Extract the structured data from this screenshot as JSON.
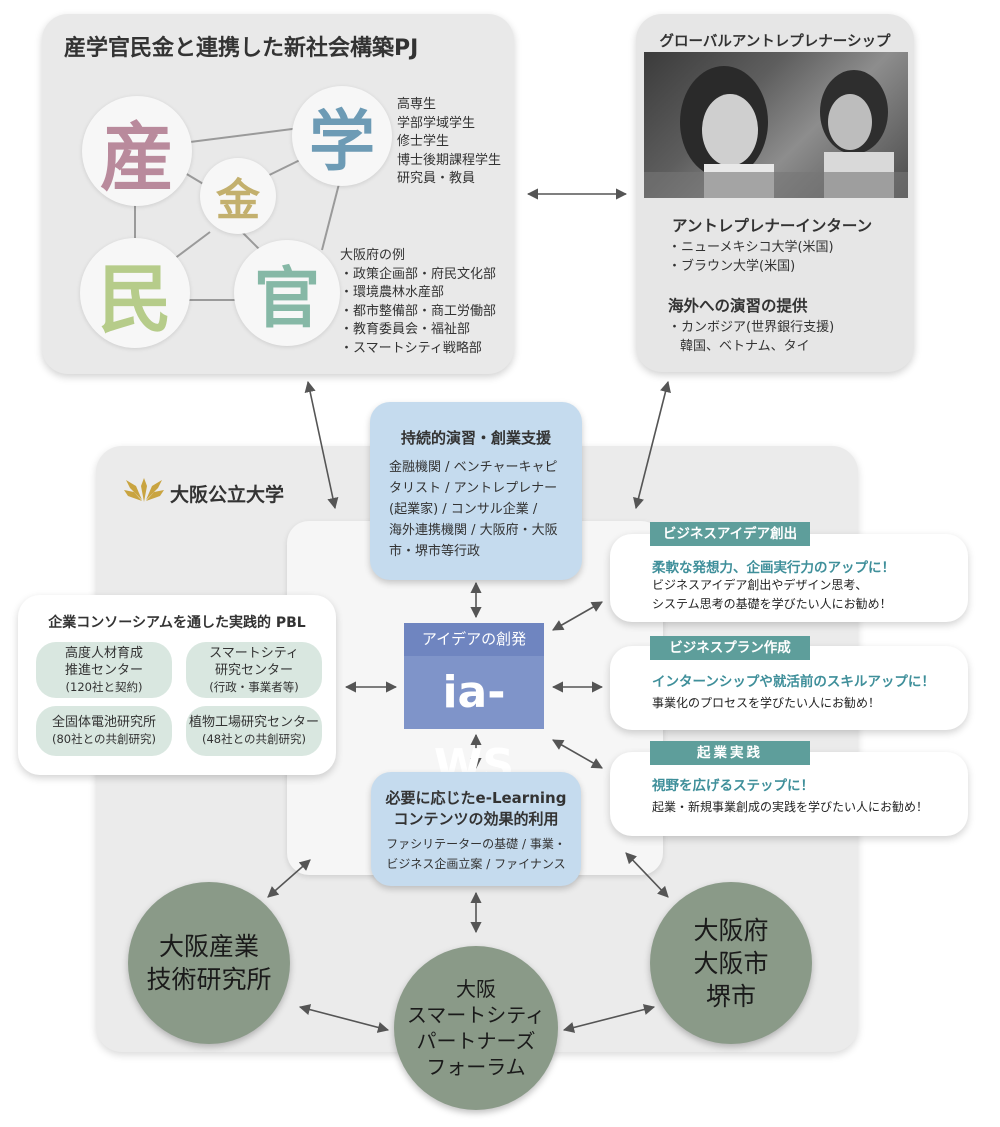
{
  "top_left": {
    "title": "産学官民金と連携した新社会構築PJ",
    "chars": {
      "san": "産",
      "gaku": "学",
      "kin": "金",
      "min": "民",
      "kan": "官"
    },
    "char_colors": {
      "san": "#b98a9c",
      "gaku": "#6d9bb5",
      "kin": "#c3b06e",
      "min": "#b6cc8a",
      "kan": "#86b8a6"
    },
    "gaku_list": [
      "高専生",
      "学部学域学生",
      "修士学生",
      "博士後期課程学生",
      "研究員・教員"
    ],
    "osaka_heading": "大阪府の例",
    "osaka_list": [
      "・政策企画部・府民文化部",
      "・環境農林水産部",
      "・都市整備部・商工労働部",
      "・教育委員会・福祉部",
      "・スマートシティ戦略部"
    ]
  },
  "top_right": {
    "title": "グローバルアントレプレナーシップ",
    "intern_heading": "アントレプレナーインターン",
    "intern_list": [
      "・ニューメキシコ大学(米国)",
      "・ブラウン大学(米国)"
    ],
    "overseas_heading": "海外への演習の提供",
    "overseas_list": [
      "・カンボジア(世界銀行支援)",
      "韓国、ベトナム、タイ"
    ]
  },
  "university": {
    "name": "大阪公立大学",
    "logo_color": "#c9a440"
  },
  "support_box": {
    "title": "持続的演習・創業支援",
    "lines": [
      "金融機関 / ベンチャーキャピ",
      "タリスト / アントレプレナー",
      "(起業家) / コンサル企業 /",
      "海外連携機関 / 大阪府・大阪",
      "市・堺市等行政"
    ]
  },
  "iaws": {
    "top": "アイデアの創発",
    "main": "ia-WS"
  },
  "elearning_box": {
    "title_lines": [
      "必要に応じたe-Learning",
      "コンテンツの効果的利用"
    ],
    "lines": [
      "ファシリテーターの基礎 / 事業・",
      "ビジネス企画立案 / ファイナンス"
    ]
  },
  "pbl": {
    "title": "企業コンソーシアムを通した実践的 PBL",
    "items": [
      {
        "lines": [
          "高度人材育成",
          "推進センター",
          "(120社と契約)"
        ]
      },
      {
        "lines": [
          "スマートシティ",
          "研究センター",
          "(行政・事業者等)"
        ]
      },
      {
        "lines": [
          "全固体電池研究所",
          "(80社との共創研究)"
        ]
      },
      {
        "lines": [
          "植物工場研究センター",
          "(48社との共創研究)"
        ]
      }
    ]
  },
  "cards": [
    {
      "tag": "ビジネスアイデア創出",
      "head": "柔軟な発想力、企画実行力のアップに！",
      "lines": [
        "ビジネスアイデア創出やデザイン思考、",
        "システム思考の基礎を学びたい人にお勧め！"
      ]
    },
    {
      "tag": "ビジネスプラン作成",
      "head": "インターンシップや就活前のスキルアップに！",
      "lines": [
        "事業化のプロセスを学びたい人にお勧め！"
      ]
    },
    {
      "tag": "起業実践",
      "head": "視野を広げるステップに！",
      "lines": [
        "起業・新規事業創成の実践を学びたい人にお勧め！"
      ]
    }
  ],
  "circles": {
    "left": [
      "大阪産業",
      "技術研究所"
    ],
    "center": [
      "大阪",
      "スマートシティ",
      "パートナーズ",
      "フォーラム"
    ],
    "right": [
      "大阪府",
      "大阪市",
      "堺市"
    ]
  },
  "colors": {
    "blue_box": "#c5dbee",
    "iaws": "#7f94c9",
    "teal_tag": "#5e9e9b",
    "circle": "#8a9a88",
    "pill": "#d9e7e0"
  }
}
